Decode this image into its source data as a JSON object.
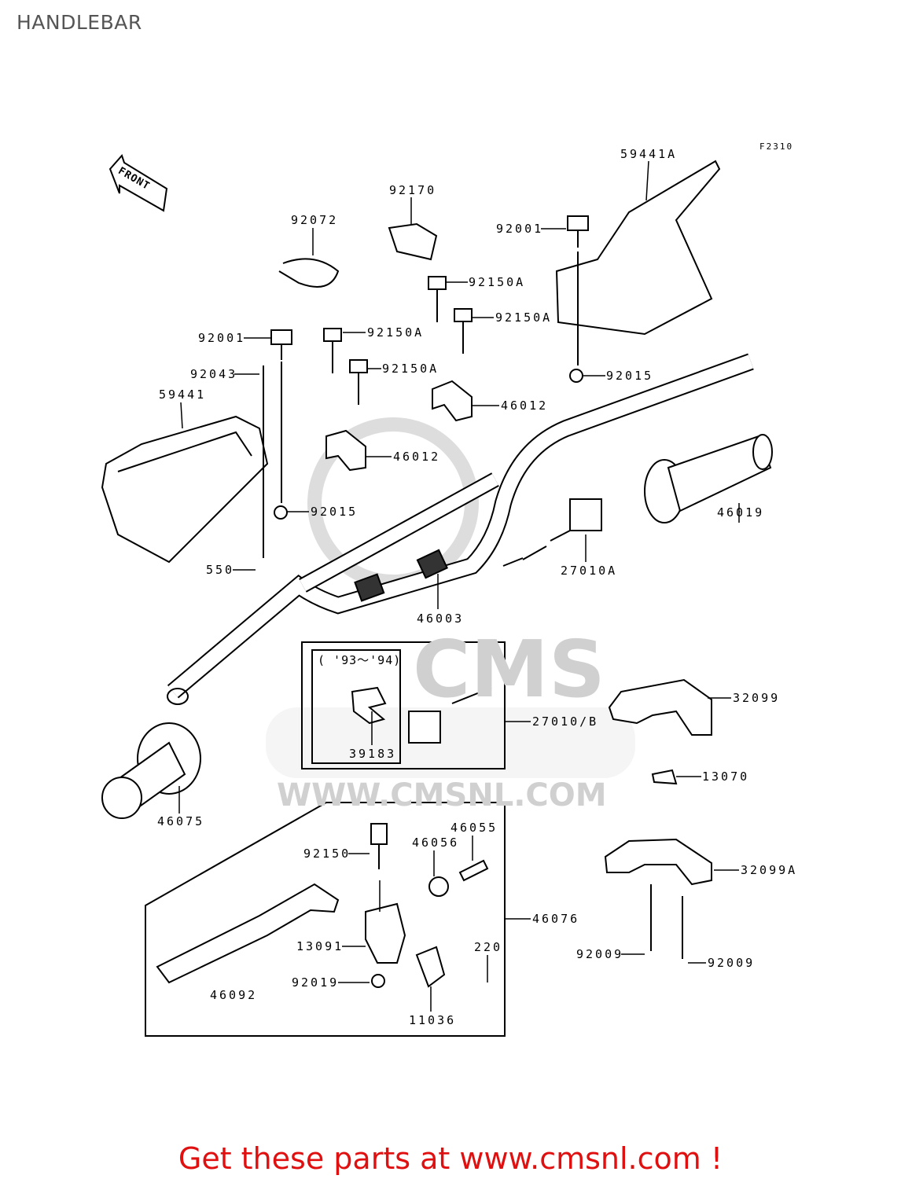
{
  "title": "HANDLEBAR",
  "figure_code": "F2310",
  "front_arrow": "FRONT",
  "watermark": {
    "logo": "CMS",
    "url": "WWW.CMSNL.COM"
  },
  "labels": [
    "59441A",
    "92170",
    "92072",
    "92001",
    "92150A",
    "92150A",
    "92150A",
    "92001",
    "92015",
    "92043",
    "92150A",
    "59441",
    "46012",
    "46012",
    "92015",
    "46019",
    "550",
    "27010A",
    "46003",
    "( '93～'94)",
    "32099",
    "27010/B",
    "39183",
    "13070",
    "46075",
    "46055",
    "46056",
    "92150",
    "32099A",
    "46076",
    "220",
    "13091",
    "92009",
    "92009",
    "92019",
    "46092",
    "11036"
  ],
  "footer": "Get these parts at www.cmsnl.com !",
  "colors": {
    "footer": "#e01010",
    "title": "#555555",
    "watermark": "#d6d6d6"
  }
}
